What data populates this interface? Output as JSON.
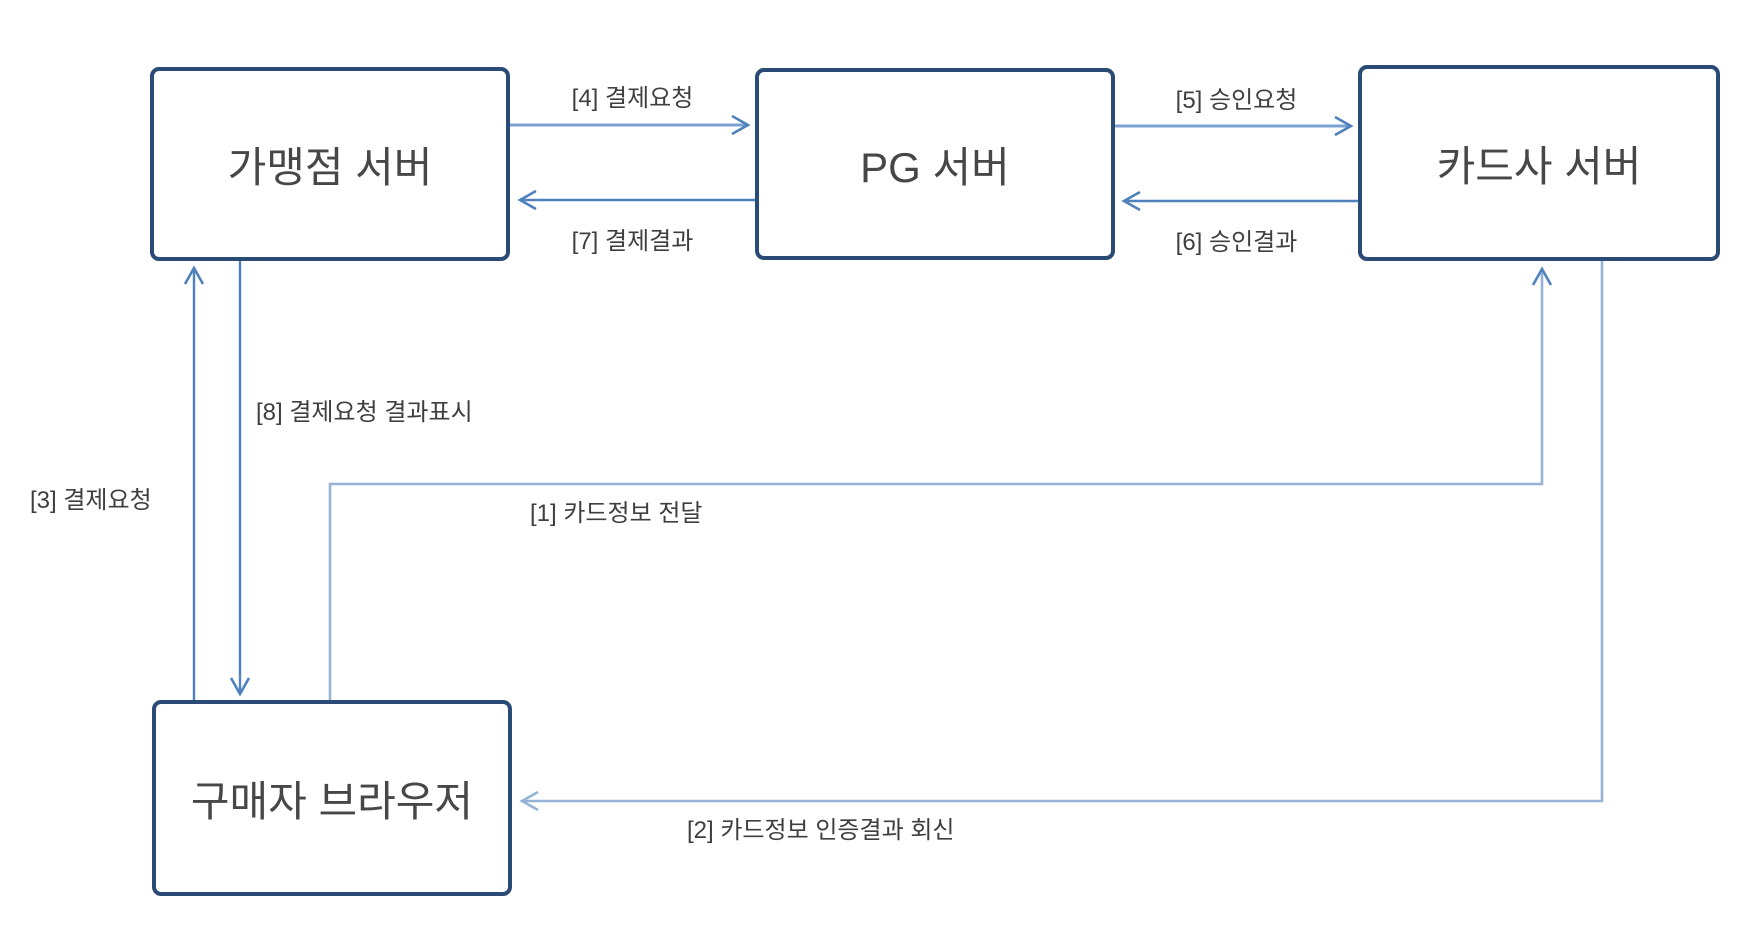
{
  "diagram": {
    "type": "flow-diagram",
    "language": "ko",
    "colors": {
      "background": "#FFFFFF",
      "box_border": "#2B4B77",
      "box_fill": "#FFFFFF",
      "box_text": "#474747",
      "label_text": "#3F3F3F",
      "arrow_top": "#7AA1D2",
      "arrow_medium": "#4F81BD",
      "arrow_light": "#95B3D7"
    },
    "nodes": [
      {
        "id": "merchant",
        "label": "가맹점 서버"
      },
      {
        "id": "pg",
        "label": "PG 서버"
      },
      {
        "id": "card",
        "label": "카드사 서버"
      },
      {
        "id": "buyer",
        "label": "구매자 브라우저"
      }
    ],
    "edges": [
      {
        "id": "e1",
        "from": "buyer",
        "to": "card",
        "label": "[1] 카드정보 전달"
      },
      {
        "id": "e2",
        "from": "card",
        "to": "buyer",
        "label": "[2] 카드정보 인증결과 회신"
      },
      {
        "id": "e3",
        "from": "buyer",
        "to": "merchant",
        "label": "[3] 결제요청"
      },
      {
        "id": "e4",
        "from": "merchant",
        "to": "pg",
        "label": "[4] 결제요청"
      },
      {
        "id": "e5",
        "from": "pg",
        "to": "card",
        "label": "[5] 승인요청"
      },
      {
        "id": "e6",
        "from": "card",
        "to": "pg",
        "label": "[6] 승인결과"
      },
      {
        "id": "e7",
        "from": "pg",
        "to": "merchant",
        "label": "[7] 결제결과"
      },
      {
        "id": "e8",
        "from": "merchant",
        "to": "buyer",
        "label": "[8] 결제요청 결과표시"
      }
    ]
  }
}
